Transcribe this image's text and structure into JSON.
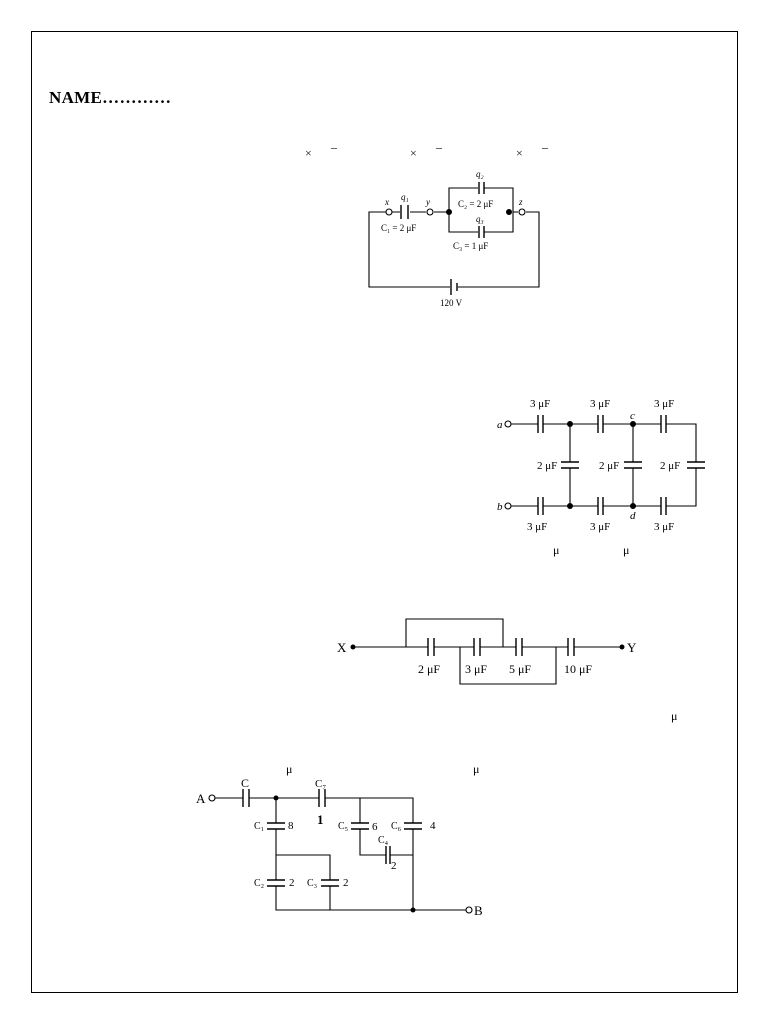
{
  "header": {
    "name_label": "NAME…………"
  },
  "symbols": {
    "times": "×",
    "minus": "–",
    "mu": "μ"
  },
  "circuit1": {
    "x": "x",
    "y": "y",
    "z": "z",
    "q1": "q₁",
    "q2": "q₂",
    "q3": "q₃",
    "c1": "C₁ = 2 μF",
    "c2": "C₂ = 2 μF",
    "c3": "C₃ = 1 μF",
    "battery": "120 V"
  },
  "circuit2": {
    "a": "a",
    "b": "b",
    "c": "c",
    "d": "d",
    "top": [
      "3 μF",
      "3 μF",
      "3 μF"
    ],
    "mid": [
      "2 μF",
      "2 μF",
      "2 μF"
    ],
    "bottom": [
      "3 μF",
      "3 μF",
      "3 μF"
    ]
  },
  "circuit3": {
    "x": "X",
    "y": "Y",
    "caps": [
      "2 μF",
      "3 μF",
      "5 μF",
      "10 μF"
    ]
  },
  "circuit4": {
    "a": "A",
    "b": "B",
    "c": "C",
    "c7": "C₇",
    "c7v": "1",
    "c1": "C₁",
    "c1v": "8",
    "c5": "C₅",
    "c5v": "6",
    "c6": "C₆",
    "c6v": "4",
    "c4": "C₄",
    "c4v": "2",
    "c2": "C₂",
    "c2v": "2",
    "c3": "C₃",
    "c3v": "2"
  }
}
